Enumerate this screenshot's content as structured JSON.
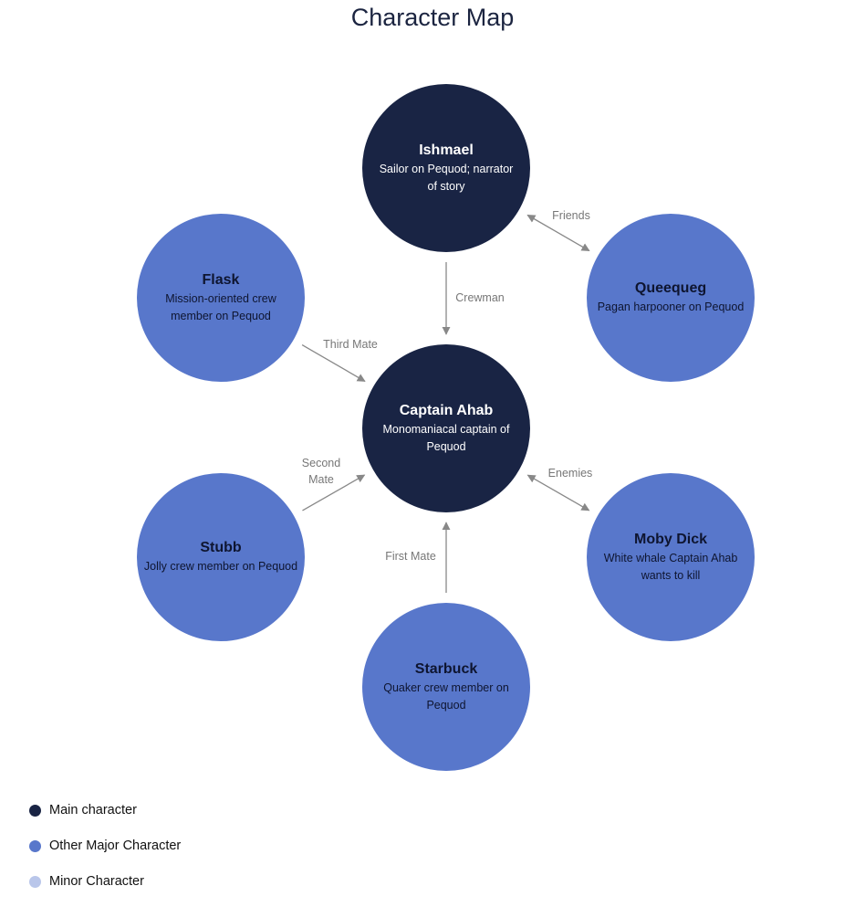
{
  "title": "Character Map",
  "colors": {
    "main": "#192444",
    "major": "#5877cb",
    "minor": "#b9c6ea",
    "edge": "#888888"
  },
  "nodes": [
    {
      "id": "ishmael",
      "name": "Ishmael",
      "desc": "Sailor on Pequod; narrator of story",
      "kind": "main"
    },
    {
      "id": "queequeg",
      "name": "Queequeg",
      "desc": "Pagan harpooner on Pequod",
      "kind": "major"
    },
    {
      "id": "flask",
      "name": "Flask",
      "desc": "Mission-oriented crew member on Pequod",
      "kind": "major"
    },
    {
      "id": "ahab",
      "name": "Captain Ahab",
      "desc": "Monomaniacal captain of Pequod",
      "kind": "main"
    },
    {
      "id": "stubb",
      "name": "Stubb",
      "desc": "Jolly crew member on Pequod",
      "kind": "major"
    },
    {
      "id": "mobydick",
      "name": "Moby Dick",
      "desc": "White whale Captain Ahab wants to kill",
      "kind": "major"
    },
    {
      "id": "starbuck",
      "name": "Starbuck",
      "desc": "Quaker crew member on Pequod",
      "kind": "major"
    }
  ],
  "edges": [
    {
      "from": "ishmael",
      "to": "ahab",
      "label": "Crewman",
      "bidirectional": false
    },
    {
      "from": "ishmael",
      "to": "queequeg",
      "label": "Friends",
      "bidirectional": true
    },
    {
      "from": "flask",
      "to": "ahab",
      "label": "Third Mate",
      "bidirectional": false
    },
    {
      "from": "stubb",
      "to": "ahab",
      "label": "Second Mate",
      "bidirectional": false
    },
    {
      "from": "ahab",
      "to": "mobydick",
      "label": "Enemies",
      "bidirectional": true
    },
    {
      "from": "starbuck",
      "to": "ahab",
      "label": "First Mate",
      "bidirectional": false
    }
  ],
  "legend": [
    {
      "label": "Main character",
      "color_key": "main"
    },
    {
      "label": "Other Major Character",
      "color_key": "major"
    },
    {
      "label": "Minor Character",
      "color_key": "minor"
    }
  ]
}
